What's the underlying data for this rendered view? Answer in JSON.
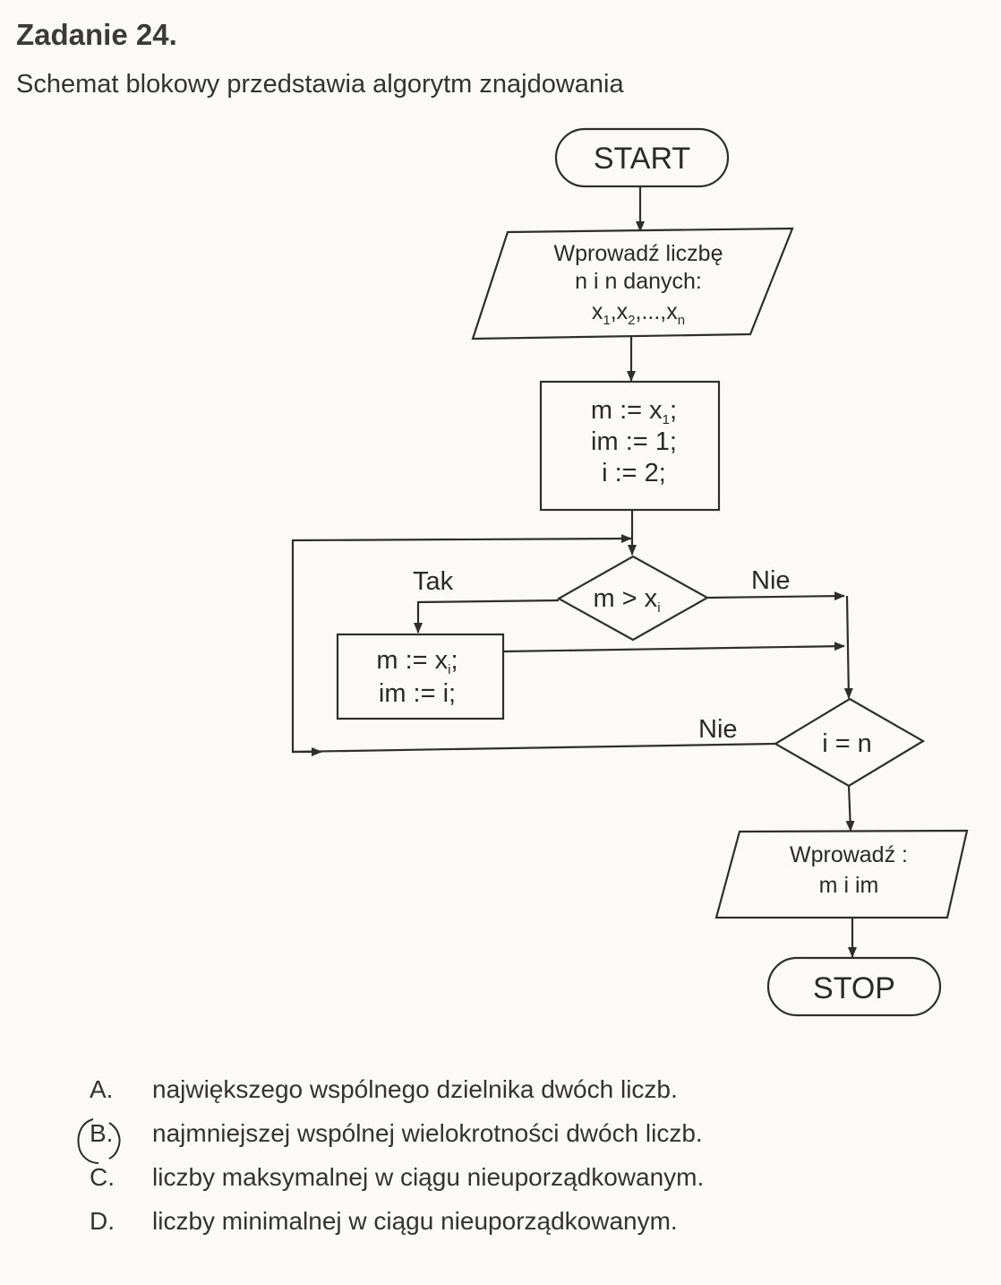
{
  "header": {
    "title": "Zadanie 24.",
    "subtitle": "Schemat blokowy przedstawia algorytm znajdowania"
  },
  "flowchart": {
    "start": "START",
    "input": {
      "line1": "Wprowadź liczbę",
      "line2": "n i n danych:",
      "seq": [
        {
          "base": "x",
          "sub": "1"
        },
        {
          "base": "x",
          "sub": "2"
        },
        {
          "base": "x",
          "sub": "n"
        }
      ],
      "ellipsis": "...,"
    },
    "init": {
      "line1_base": "m := x",
      "line1_sub": "1",
      "line1_end": ";",
      "line2": "im := 1;",
      "line3": "i := 2;"
    },
    "decision1": {
      "base": "m > x",
      "sub": "i"
    },
    "yes_label": "Tak",
    "no_label1": "Nie",
    "update": {
      "line1_base": "m := x",
      "line1_sub": "i",
      "line1_end": ";",
      "line2": "im := i;"
    },
    "decision2": "i = n",
    "no_label2": "Nie",
    "output": {
      "line1": "Wprowadź :",
      "line2": "m i im"
    },
    "stop": "STOP"
  },
  "answers": [
    {
      "letter": "A.",
      "text": "największego wspólnego dzielnika dwóch liczb."
    },
    {
      "letter": "B.",
      "text": "najmniejszej wspólnej wielokrotności dwóch liczb.",
      "marked": true
    },
    {
      "letter": "C.",
      "text": "liczby maksymalnej w ciągu nieuporządkowanym."
    },
    {
      "letter": "D.",
      "text": "liczby minimalnej w ciągu nieuporządkowanym."
    }
  ]
}
